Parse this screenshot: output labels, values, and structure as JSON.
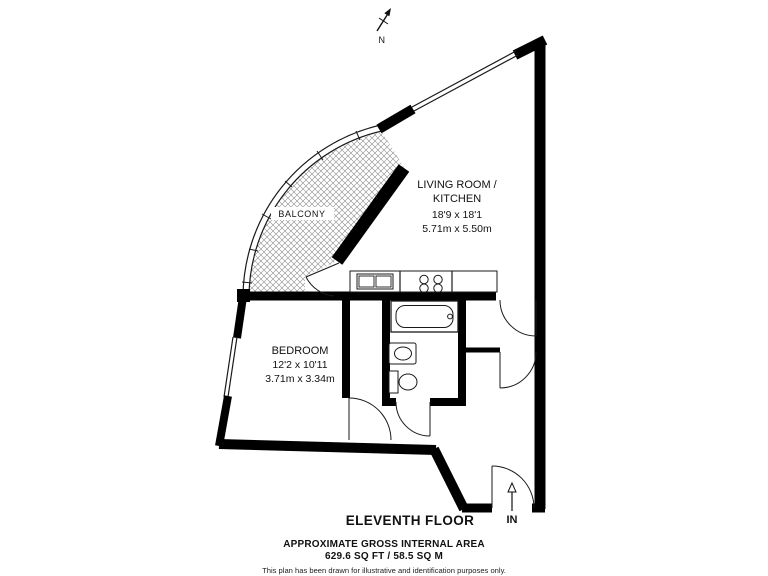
{
  "compass": {
    "label": "N"
  },
  "rooms": {
    "balcony": {
      "label": "BALCONY"
    },
    "living_kitchen": {
      "name_line1": "LIVING ROOM /",
      "name_line2": "KITCHEN",
      "dims_ft": "18'9 x 18'1",
      "dims_m": "5.71m x 5.50m"
    },
    "bedroom": {
      "name": "BEDROOM",
      "dims_ft": "12'2 x 10'11",
      "dims_m": "3.71m x 3.34m"
    }
  },
  "entrance": {
    "label": "IN"
  },
  "footer": {
    "floor": "ELEVENTH FLOOR",
    "area_title": "APPROXIMATE GROSS INTERNAL AREA",
    "area_value": "629.6 SQ FT / 58.5 SQ M",
    "disclaimer": "This plan has been drawn for illustrative and identification purposes only."
  },
  "colors": {
    "wall": "#000000",
    "line": "#1a1a1a",
    "hatch": "#8a8a8a",
    "background": "#ffffff"
  }
}
